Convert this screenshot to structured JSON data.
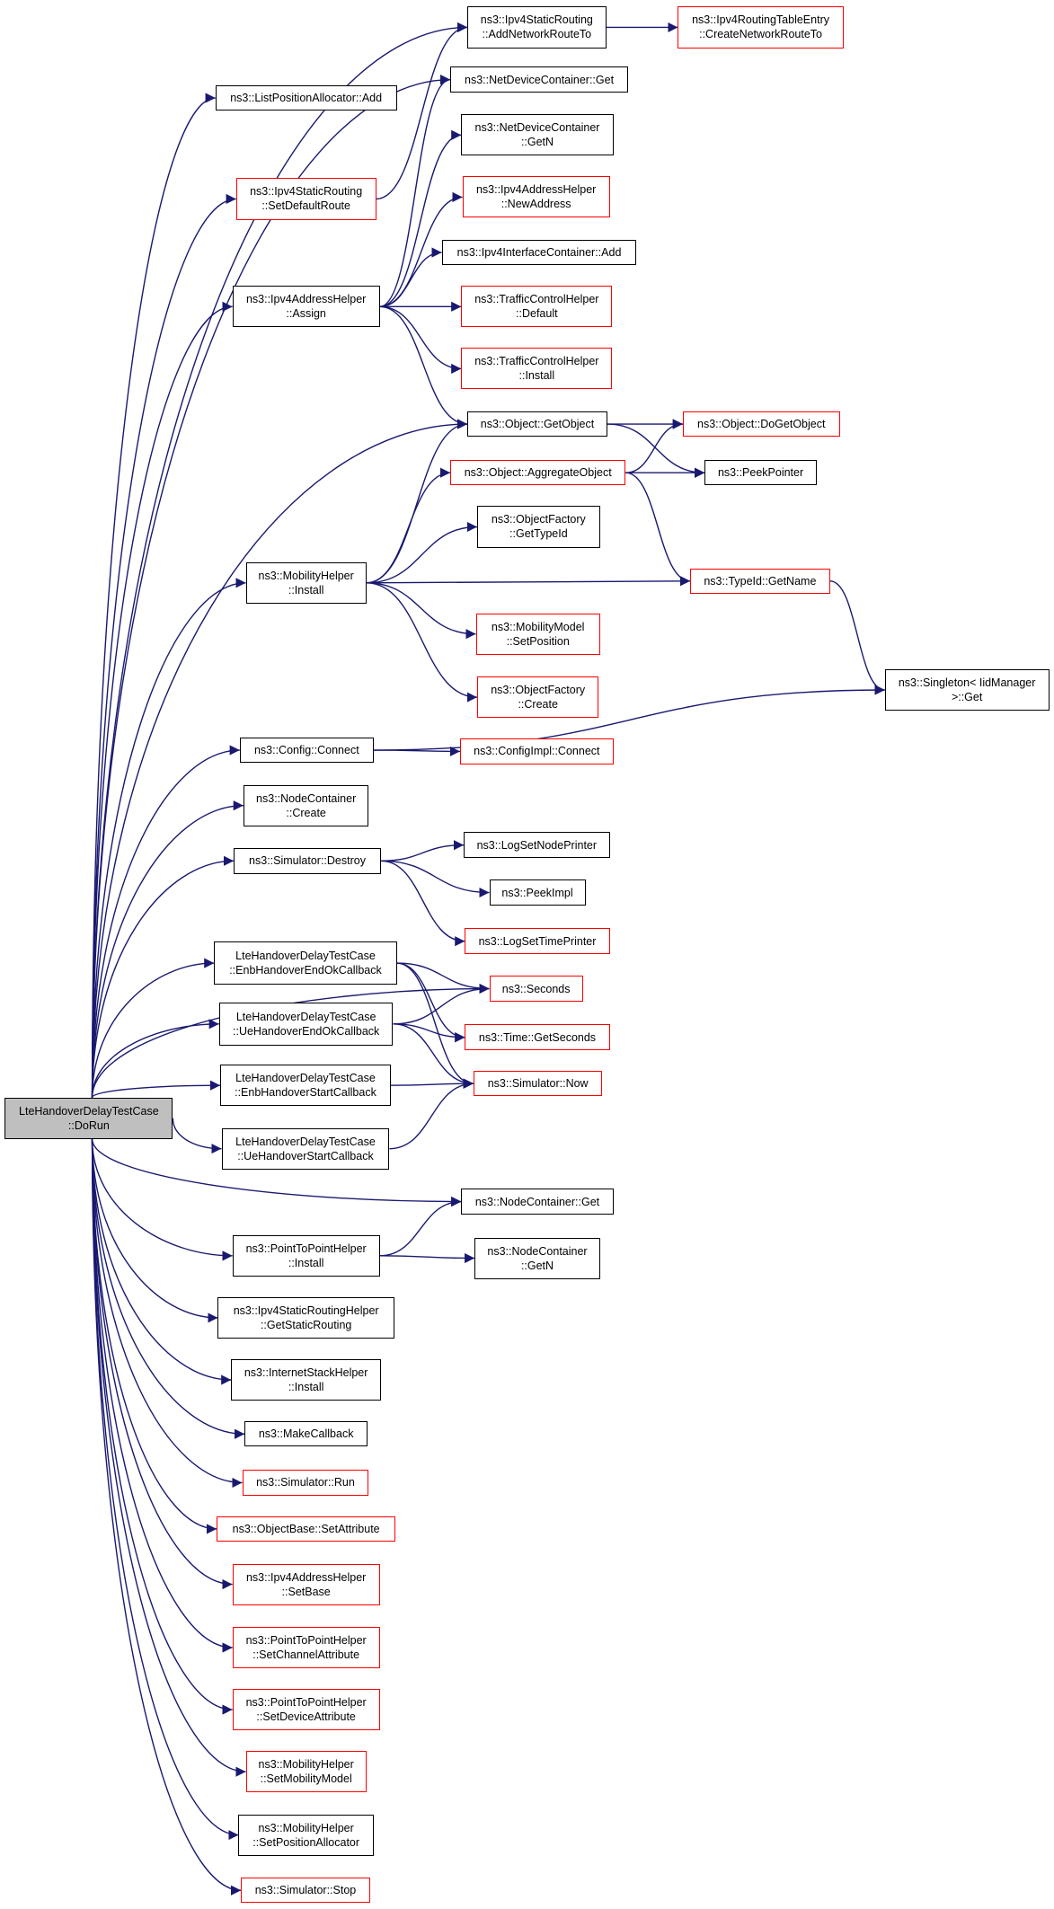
{
  "colors": {
    "edge": "#191970",
    "link_border": "#000000",
    "incomplete_border": "#ff0000",
    "root_fill": "#bfbfbf"
  },
  "nodes": {
    "root": {
      "l1": "LteHandoverDelayTestCase",
      "l2": "::DoRun"
    },
    "lpa_add": {
      "l1": "ns3::ListPositionAllocator::Add"
    },
    "add_network_route": {
      "l1": "ns3::Ipv4StaticRouting",
      "l2": "::AddNetworkRouteTo"
    },
    "create_network_route": {
      "l1": "ns3::Ipv4RoutingTableEntry",
      "l2": "::CreateNetworkRouteTo"
    },
    "netdev_get": {
      "l1": "ns3::NetDeviceContainer::Get"
    },
    "set_default_route": {
      "l1": "ns3::Ipv4StaticRouting",
      "l2": "::SetDefaultRoute"
    },
    "netdev_getn": {
      "l1": "ns3::NetDeviceContainer",
      "l2": "::GetN"
    },
    "new_address": {
      "l1": "ns3::Ipv4AddressHelper",
      "l2": "::NewAddress"
    },
    "iface_add": {
      "l1": "ns3::Ipv4InterfaceContainer::Add"
    },
    "addr_assign": {
      "l1": "ns3::Ipv4AddressHelper",
      "l2": "::Assign"
    },
    "tc_default": {
      "l1": "ns3::TrafficControlHelper",
      "l2": "::Default"
    },
    "tc_install": {
      "l1": "ns3::TrafficControlHelper",
      "l2": "::Install"
    },
    "get_object": {
      "l1": "ns3::Object::GetObject"
    },
    "do_get_object": {
      "l1": "ns3::Object::DoGetObject"
    },
    "aggregate_object": {
      "l1": "ns3::Object::AggregateObject"
    },
    "peek_pointer": {
      "l1": "ns3::PeekPointer"
    },
    "of_get_typeid": {
      "l1": "ns3::ObjectFactory",
      "l2": "::GetTypeId"
    },
    "mobility_install": {
      "l1": "ns3::MobilityHelper",
      "l2": "::Install"
    },
    "typeid_getname": {
      "l1": "ns3::TypeId::GetName"
    },
    "set_position": {
      "l1": "ns3::MobilityModel",
      "l2": "::SetPosition"
    },
    "singleton_get": {
      "l1": "ns3::Singleton< IidManager",
      "l2": ">::Get"
    },
    "of_create": {
      "l1": "ns3::ObjectFactory",
      "l2": "::Create"
    },
    "config_connect": {
      "l1": "ns3::Config::Connect"
    },
    "configimpl_connect": {
      "l1": "ns3::ConfigImpl::Connect"
    },
    "node_create": {
      "l1": "ns3::NodeContainer",
      "l2": "::Create"
    },
    "sim_destroy": {
      "l1": "ns3::Simulator::Destroy"
    },
    "log_node_printer": {
      "l1": "ns3::LogSetNodePrinter"
    },
    "peek_impl": {
      "l1": "ns3::PeekImpl"
    },
    "log_time_printer": {
      "l1": "ns3::LogSetTimePrinter"
    },
    "enb_end_ok": {
      "l1": "LteHandoverDelayTestCase",
      "l2": "::EnbHandoverEndOkCallback"
    },
    "seconds": {
      "l1": "ns3::Seconds"
    },
    "ue_end_ok": {
      "l1": "LteHandoverDelayTestCase",
      "l2": "::UeHandoverEndOkCallback"
    },
    "time_getseconds": {
      "l1": "ns3::Time::GetSeconds"
    },
    "enb_start": {
      "l1": "LteHandoverDelayTestCase",
      "l2": "::EnbHandoverStartCallback"
    },
    "sim_now": {
      "l1": "ns3::Simulator::Now"
    },
    "ue_start": {
      "l1": "LteHandoverDelayTestCase",
      "l2": "::UeHandoverStartCallback"
    },
    "node_get": {
      "l1": "ns3::NodeContainer::Get"
    },
    "p2p_install": {
      "l1": "ns3::PointToPointHelper",
      "l2": "::Install"
    },
    "node_getn": {
      "l1": "ns3::NodeContainer",
      "l2": "::GetN"
    },
    "get_static_routing": {
      "l1": "ns3::Ipv4StaticRoutingHelper",
      "l2": "::GetStaticRouting"
    },
    "internet_install": {
      "l1": "ns3::InternetStackHelper",
      "l2": "::Install"
    },
    "make_callback": {
      "l1": "ns3::MakeCallback"
    },
    "sim_run": {
      "l1": "ns3::Simulator::Run"
    },
    "set_attribute": {
      "l1": "ns3::ObjectBase::SetAttribute"
    },
    "set_base": {
      "l1": "ns3::Ipv4AddressHelper",
      "l2": "::SetBase"
    },
    "set_channel_attr": {
      "l1": "ns3::PointToPointHelper",
      "l2": "::SetChannelAttribute"
    },
    "set_device_attr": {
      "l1": "ns3::PointToPointHelper",
      "l2": "::SetDeviceAttribute"
    },
    "set_mobility_model": {
      "l1": "ns3::MobilityHelper",
      "l2": "::SetMobilityModel"
    },
    "set_position_alloc": {
      "l1": "ns3::MobilityHelper",
      "l2": "::SetPositionAllocator"
    },
    "sim_stop": {
      "l1": "ns3::Simulator::Stop"
    }
  },
  "edges": [
    [
      "root",
      "lpa_add"
    ],
    [
      "root",
      "add_network_route"
    ],
    [
      "root",
      "netdev_get"
    ],
    [
      "root",
      "set_default_route"
    ],
    [
      "root",
      "addr_assign"
    ],
    [
      "root",
      "get_object"
    ],
    [
      "root",
      "mobility_install"
    ],
    [
      "root",
      "config_connect"
    ],
    [
      "root",
      "node_create"
    ],
    [
      "root",
      "sim_destroy"
    ],
    [
      "root",
      "seconds"
    ],
    [
      "root",
      "enb_end_ok"
    ],
    [
      "root",
      "ue_end_ok"
    ],
    [
      "root",
      "enb_start"
    ],
    [
      "root",
      "ue_start"
    ],
    [
      "root",
      "node_get"
    ],
    [
      "root",
      "p2p_install"
    ],
    [
      "root",
      "get_static_routing"
    ],
    [
      "root",
      "internet_install"
    ],
    [
      "root",
      "make_callback"
    ],
    [
      "root",
      "sim_run"
    ],
    [
      "root",
      "set_attribute"
    ],
    [
      "root",
      "set_base"
    ],
    [
      "root",
      "set_channel_attr"
    ],
    [
      "root",
      "set_device_attr"
    ],
    [
      "root",
      "set_mobility_model"
    ],
    [
      "root",
      "set_position_alloc"
    ],
    [
      "root",
      "sim_stop"
    ],
    [
      "add_network_route",
      "create_network_route"
    ],
    [
      "set_default_route",
      "add_network_route"
    ],
    [
      "addr_assign",
      "netdev_get"
    ],
    [
      "addr_assign",
      "netdev_getn"
    ],
    [
      "addr_assign",
      "new_address"
    ],
    [
      "addr_assign",
      "iface_add"
    ],
    [
      "addr_assign",
      "tc_default"
    ],
    [
      "addr_assign",
      "tc_install"
    ],
    [
      "addr_assign",
      "get_object"
    ],
    [
      "get_object",
      "do_get_object"
    ],
    [
      "get_object",
      "peek_pointer"
    ],
    [
      "aggregate_object",
      "do_get_object"
    ],
    [
      "aggregate_object",
      "peek_pointer"
    ],
    [
      "aggregate_object",
      "typeid_getname"
    ],
    [
      "mobility_install",
      "get_object"
    ],
    [
      "mobility_install",
      "aggregate_object"
    ],
    [
      "mobility_install",
      "of_get_typeid"
    ],
    [
      "mobility_install",
      "typeid_getname"
    ],
    [
      "mobility_install",
      "set_position"
    ],
    [
      "mobility_install",
      "of_create"
    ],
    [
      "typeid_getname",
      "singleton_get"
    ],
    [
      "config_connect",
      "configimpl_connect"
    ],
    [
      "config_connect",
      "singleton_get"
    ],
    [
      "sim_destroy",
      "log_node_printer"
    ],
    [
      "sim_destroy",
      "peek_impl"
    ],
    [
      "sim_destroy",
      "log_time_printer"
    ],
    [
      "enb_end_ok",
      "seconds"
    ],
    [
      "enb_end_ok",
      "time_getseconds"
    ],
    [
      "enb_end_ok",
      "sim_now"
    ],
    [
      "ue_end_ok",
      "seconds"
    ],
    [
      "ue_end_ok",
      "time_getseconds"
    ],
    [
      "ue_end_ok",
      "sim_now"
    ],
    [
      "enb_start",
      "sim_now"
    ],
    [
      "ue_start",
      "sim_now"
    ],
    [
      "p2p_install",
      "node_get"
    ],
    [
      "p2p_install",
      "node_getn"
    ]
  ]
}
